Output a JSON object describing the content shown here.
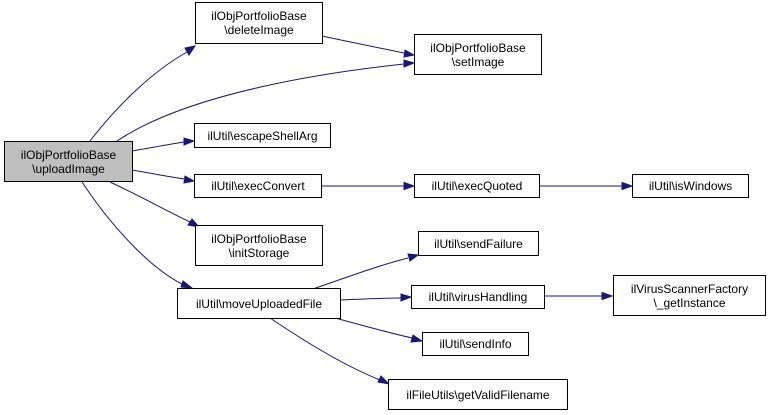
{
  "nodes": {
    "upload_image": {
      "line1": "ilObjPortfolioBase",
      "line2": "\\uploadImage"
    },
    "delete_image": {
      "line1": "ilObjPortfolioBase",
      "line2": "\\deleteImage"
    },
    "set_image": {
      "line1": "ilObjPortfolioBase",
      "line2": "\\setImage"
    },
    "escape_shell_arg": {
      "line1": "ilUtil\\escapeShellArg"
    },
    "exec_convert": {
      "line1": "ilUtil\\execConvert"
    },
    "exec_quoted": {
      "line1": "ilUtil\\execQuoted"
    },
    "is_windows": {
      "line1": "ilUtil\\isWindows"
    },
    "init_storage": {
      "line1": "ilObjPortfolioBase",
      "line2": "\\initStorage"
    },
    "move_uploaded_file": {
      "line1": "ilUtil\\moveUploadedFile"
    },
    "send_failure": {
      "line1": "ilUtil\\sendFailure"
    },
    "virus_handling": {
      "line1": "ilUtil\\virusHandling"
    },
    "get_instance": {
      "line1": "ilVirusScannerFactory",
      "line2": "\\_getInstance"
    },
    "send_info": {
      "line1": "ilUtil\\sendInfo"
    },
    "get_valid_filename": {
      "line1": "ilFileUtils\\getValidFilename"
    }
  },
  "colors": {
    "edge": "#191970",
    "root_fill": "#bfbfbf",
    "node_fill": "#ffffff",
    "node_border": "#000000"
  }
}
